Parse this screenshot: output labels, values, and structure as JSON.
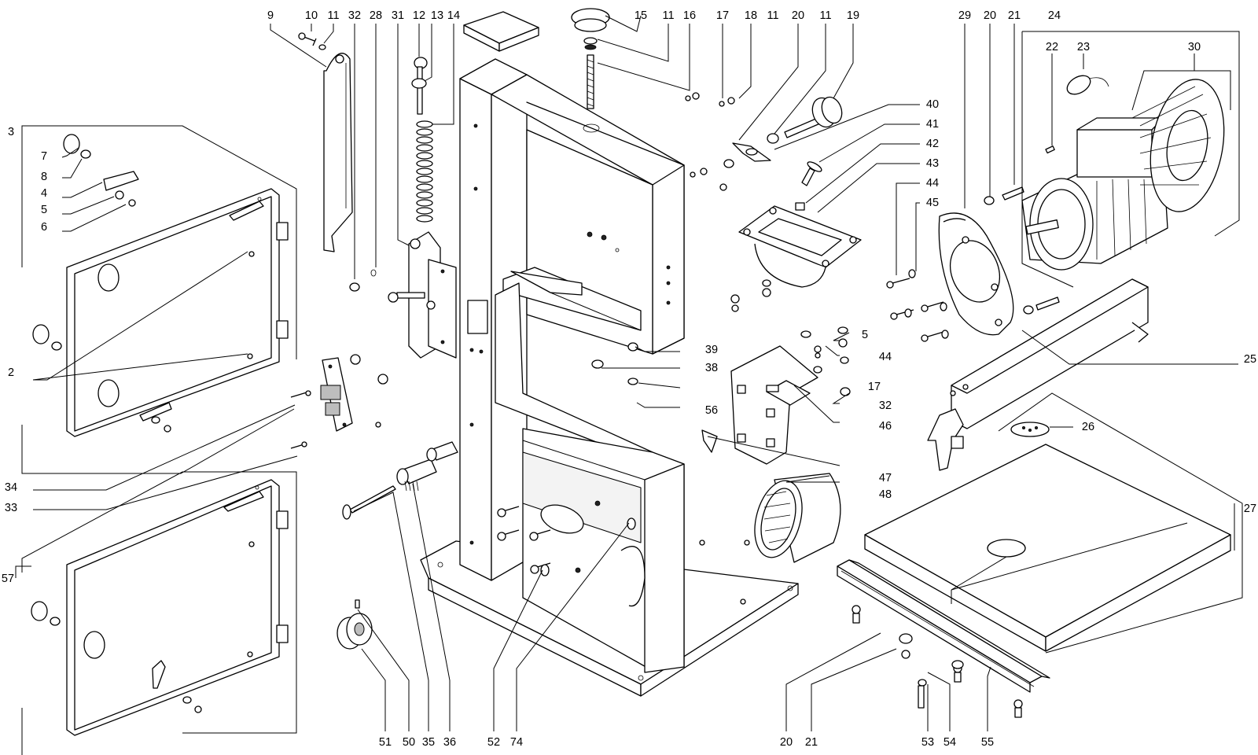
{
  "diagram": {
    "callouts": [
      "2",
      "3",
      "4",
      "5",
      "5",
      "6",
      "7",
      "8",
      "9",
      "10",
      "11",
      "11",
      "11",
      "11",
      "12",
      "13",
      "14",
      "15",
      "16",
      "17",
      "17",
      "18",
      "19",
      "20",
      "20",
      "20",
      "21",
      "21",
      "22",
      "23",
      "24",
      "25",
      "26",
      "27",
      "28",
      "29",
      "30",
      "31",
      "32",
      "32",
      "33",
      "34",
      "35",
      "36",
      "38",
      "39",
      "40",
      "41",
      "42",
      "43",
      "44",
      "44",
      "45",
      "46",
      "47",
      "48",
      "50",
      "51",
      "52",
      "53",
      "54",
      "55",
      "56",
      "57",
      "74"
    ]
  }
}
